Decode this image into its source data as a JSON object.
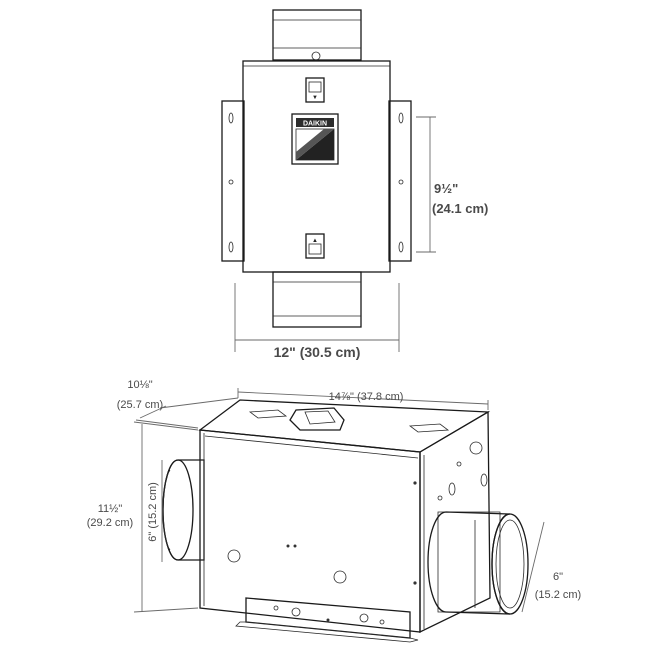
{
  "brand": {
    "logo_text": "DAIKIN"
  },
  "top_view": {
    "height_label": "9½\"",
    "height_label_metric": "(24.1 cm)",
    "width_label": "12\" (30.5 cm)"
  },
  "iso_view": {
    "depth_label": "10⅛\"",
    "depth_label_metric": "(25.7 cm)",
    "length_label": "14⅞\" (37.8 cm)",
    "height_label": "11½\"",
    "height_label_metric": "(29.2 cm)",
    "left_duct_label": "6\" (15.2 cm)",
    "right_duct_label": "6\"",
    "right_duct_label_metric": "(15.2 cm)"
  },
  "colors": {
    "line": "#1a1a1a",
    "dimension": "#4a4a4a",
    "body_fill": "#f7f7f7"
  }
}
